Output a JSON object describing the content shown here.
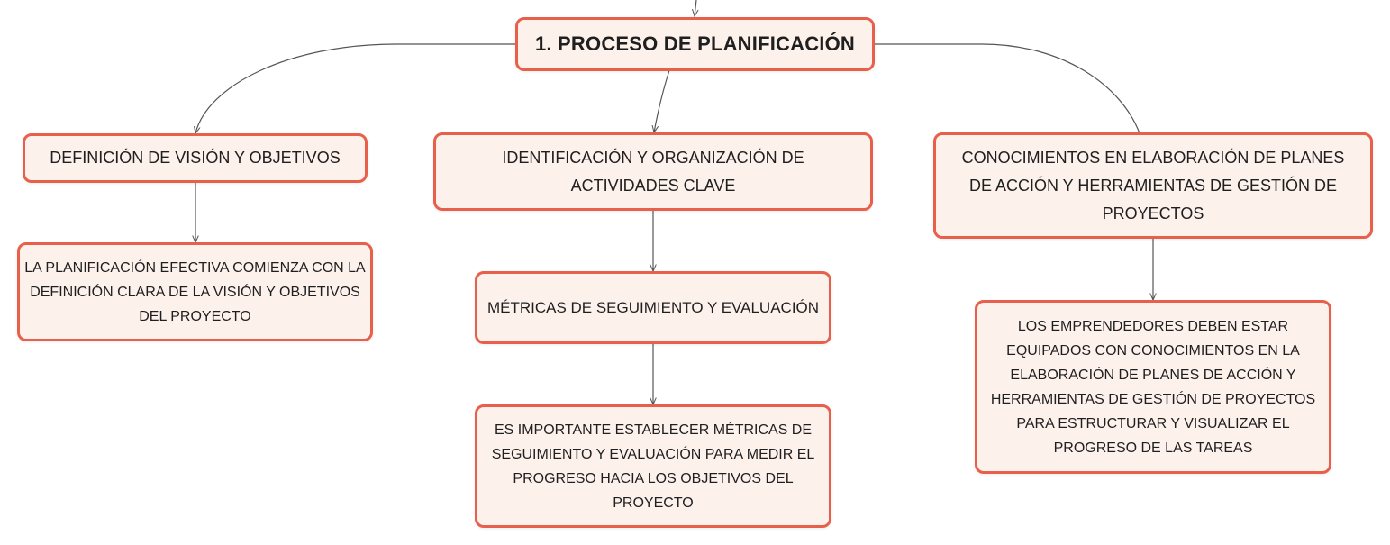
{
  "diagram": {
    "root": {
      "label": "1. PROCESO DE PLANIFICACIÓN"
    },
    "branches": [
      {
        "label": "DEFINICIÓN DE VISIÓN Y OBJETIVOS",
        "children": [
          "LA PLANIFICACIÓN EFECTIVA COMIENZA CON LA DEFINICIÓN CLARA DE LA VISIÓN Y OBJETIVOS DEL PROYECTO"
        ]
      },
      {
        "label": "IDENTIFICACIÓN Y ORGANIZACIÓN DE ACTIVIDADES CLAVE",
        "children": [
          "MÉTRICAS DE SEGUIMIENTO Y EVALUACIÓN",
          "ES IMPORTANTE ESTABLECER MÉTRICAS DE SEGUIMIENTO Y EVALUACIÓN PARA MEDIR EL PROGRESO HACIA LOS OBJETIVOS DEL PROYECTO"
        ]
      },
      {
        "label": "CONOCIMIENTOS EN ELABORACIÓN DE PLANES DE ACCIÓN Y HERRAMIENTAS DE GESTIÓN DE PROYECTOS",
        "children": [
          "LOS EMPRENDEDORES DEBEN ESTAR EQUIPADOS CON CONOCIMIENTOS EN LA ELABORACIÓN DE PLANES DE ACCIÓN Y HERRAMIENTAS DE GESTIÓN DE PROYECTOS PARA ESTRUCTURAR Y VISUALIZAR EL PROGRESO DE LAS TAREAS"
        ]
      }
    ],
    "colors": {
      "node_border": "#e8604c",
      "node_fill": "#fdf1ec",
      "connector": "#555555"
    }
  }
}
